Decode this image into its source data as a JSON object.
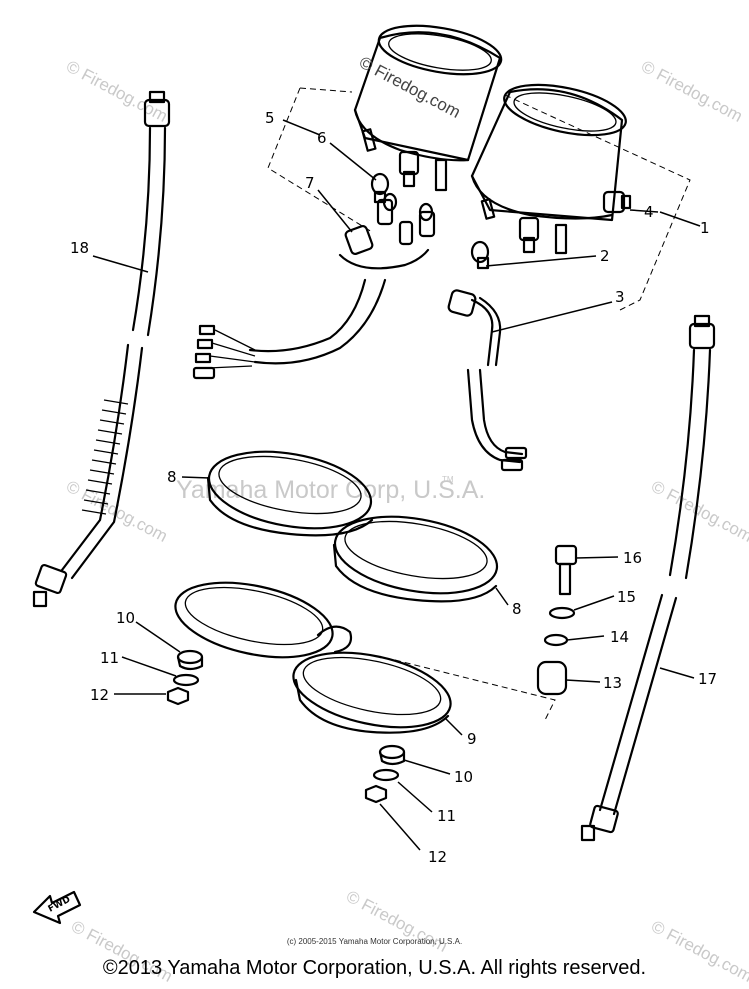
{
  "watermarks": {
    "center": "© Firedog.com",
    "repeat": "© Firedog.com",
    "brand": "Yamaha Motor Corp, U.S.A.",
    "tm": "TM"
  },
  "callouts": {
    "c1": "1",
    "c2": "2",
    "c3": "3",
    "c4": "4",
    "c5": "5",
    "c6": "6",
    "c7": "7",
    "c8a": "8",
    "c8b": "8",
    "c9": "9",
    "c10a": "10",
    "c11a": "11",
    "c12a": "12",
    "c10b": "10",
    "c11b": "11",
    "c12b": "12",
    "c13": "13",
    "c14": "14",
    "c15": "15",
    "c16": "16",
    "c17": "17",
    "c18": "18"
  },
  "fwd_label": "FWD",
  "footer": {
    "small": "(c) 2005-2015 Yamaha Motor Corporation, U.S.A.",
    "main": "©2013 Yamaha Motor Corporation, U.S.A. All rights reserved."
  }
}
